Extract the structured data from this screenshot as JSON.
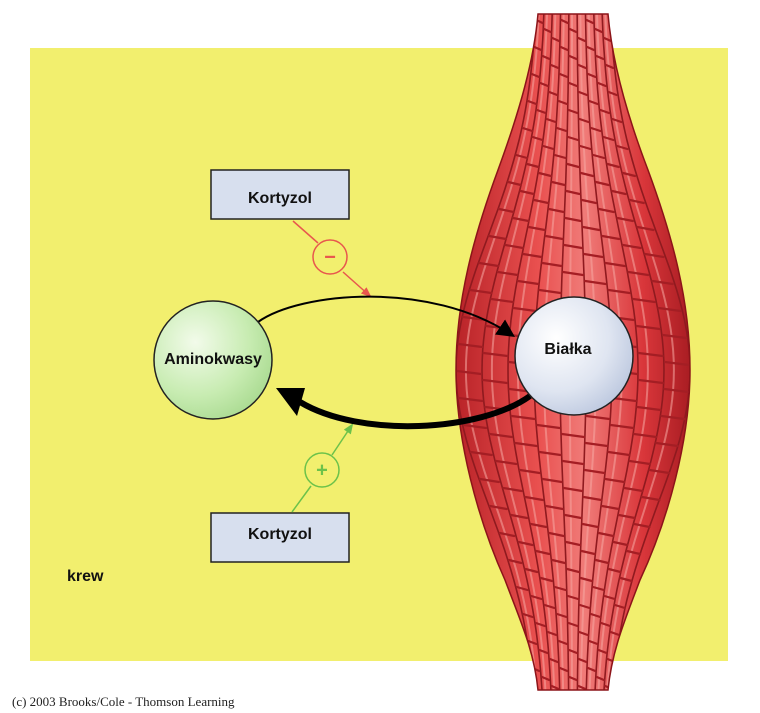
{
  "colors": {
    "background": "#f2ef6e",
    "muscle": "#d9383b",
    "inhibit": "#e8574d",
    "stimulate": "#6cc24a",
    "amino_fill": "#c8ecb2",
    "protein_fill": "#d4dcec"
  },
  "labels": {
    "kortyzol_top": "Kortyzol",
    "kortyzol_bottom": "Kortyzol",
    "aminokwasy": "Aminokwasy",
    "bialka": "Białka",
    "krew": "krew",
    "minus_sign": "−",
    "plus_sign": "+"
  },
  "credit": "(c) 2003 Brooks/Cole - Thomson Learning"
}
